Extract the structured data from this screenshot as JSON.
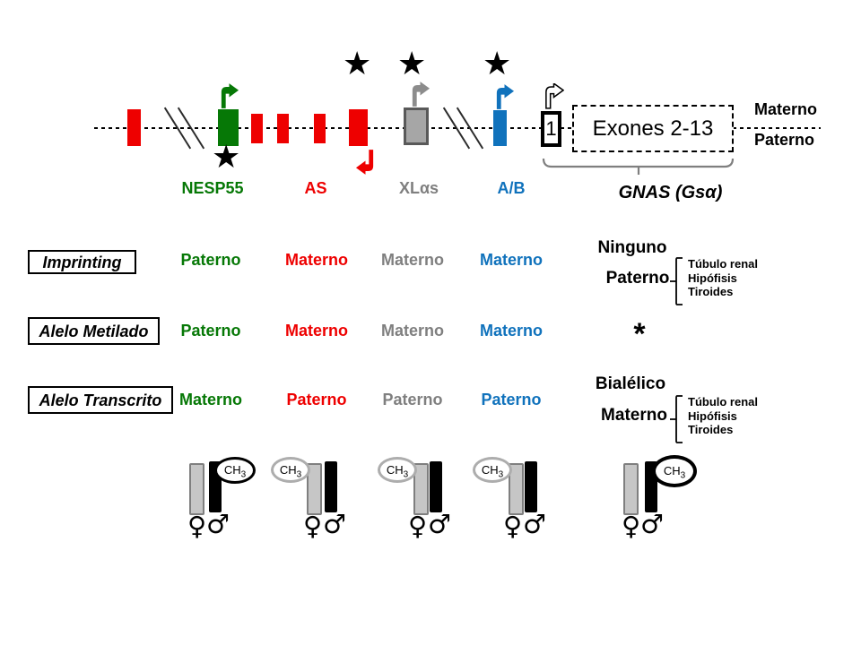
{
  "colors": {
    "green": "#067806",
    "red": "#EE0000",
    "gray": "#7F7F7F",
    "blue": "#1072BC",
    "gray_exon_fill": "#A6A6A6",
    "brace_gray": "#7F7F7F"
  },
  "icons": {
    "star": "★"
  },
  "top_diagram": {
    "allele_line_labels": {
      "top": "Materno",
      "bottom": "Paterno"
    },
    "exon1_label": "1",
    "exones_label": "Exones 2-13",
    "gene_labels": {
      "nesp55": "NESP55",
      "as": "AS",
      "xlas": "XLαs",
      "ab": "A/B",
      "gnas": "GNAS (Gsα)"
    }
  },
  "rows": [
    {
      "label": "Imprinting",
      "values": [
        "Paterno",
        "Materno",
        "Materno",
        "Materno"
      ]
    },
    {
      "label": "Alelo Metilado",
      "values": [
        "Paterno",
        "Materno",
        "Materno",
        "Materno"
      ]
    },
    {
      "label": "Alelo Transcrito",
      "values": [
        "Materno",
        "Paterno",
        "Paterno",
        "Paterno"
      ]
    }
  ],
  "gnas_column": {
    "imprinting_main": "Ninguno",
    "imprinting_exception": "Paterno",
    "imprinting_tissues": [
      "Túbulo renal",
      "Hipófisis",
      "Tiroides"
    ],
    "metilado": "*",
    "transcrito_main": "Bialélico",
    "transcrito_exception": "Materno",
    "transcrito_tissues": [
      "Túbulo renal",
      "Hipófisis",
      "Tiroides"
    ]
  },
  "chromosomes": {
    "ch3_label": "CH",
    "ch3_sub": "3",
    "female_symbol": "♀",
    "male_symbol": "♂"
  }
}
